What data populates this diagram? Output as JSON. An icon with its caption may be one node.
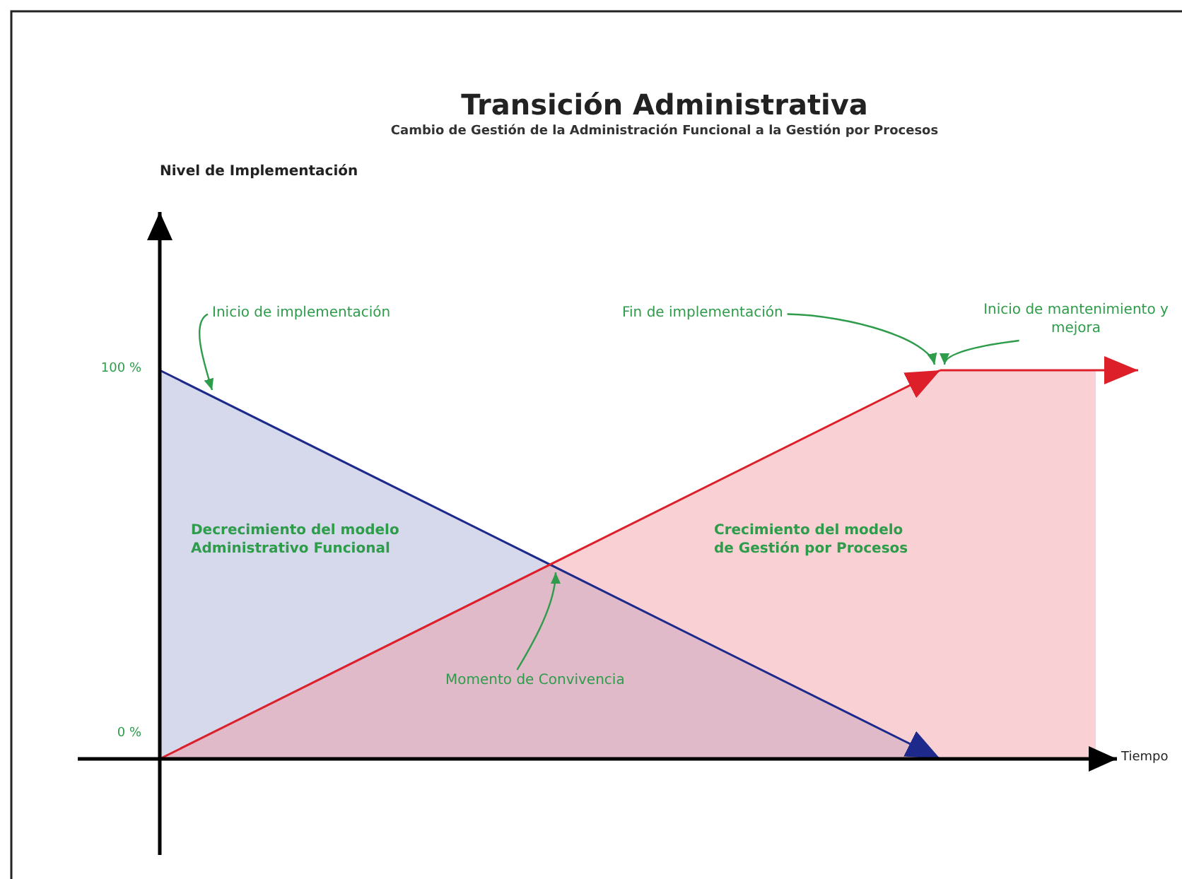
{
  "diagram": {
    "title": "Transición Administrativa",
    "nodes": [
      {
        "text": [
          "Inicio de implementación"
        ]
      },
      {
        "text": [
          "Fin de implementación"
        ]
      },
      {
        "text": [
          "Inicio de mantenimiento y mejora"
        ]
      },
      {
        "text": [
          "Momento de Convivencia"
        ]
      }
    ],
    "edges": [
      {
        "from": 0,
        "to": null,
        "arrow": "to"
      },
      {
        "from": 1,
        "to": null,
        "arrow": "to"
      },
      {
        "from": 2,
        "to": null,
        "arrow": "to"
      },
      {
        "from": 3,
        "to": null,
        "arrow": "to"
      }
    ],
    "labels": [
      "Cambio de Gestión de la Administración Funcional a la Gestión por Procesos",
      "Nivel de Implementación",
      "100 %",
      "Decrecimiento del modelo Administrativo Funcional",
      "Crecimiento del modelo de Gestión por Procesos",
      "0 %",
      "Tiempo"
    ]
  }
}
